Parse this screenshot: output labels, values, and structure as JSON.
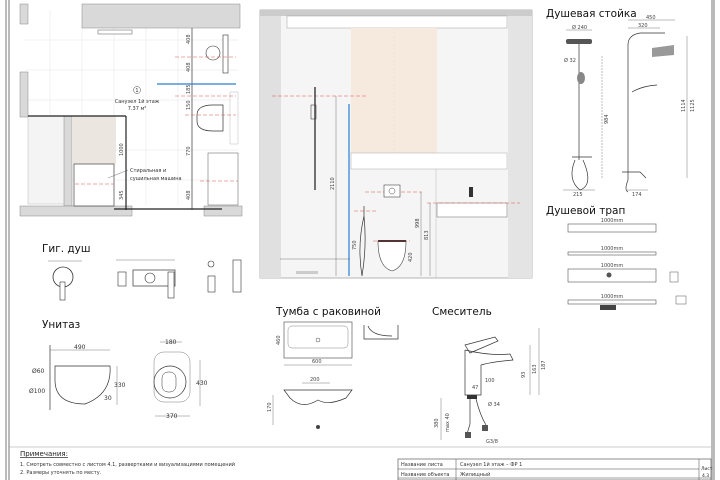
{
  "plan": {
    "room_number": "1",
    "room_name": "Санузел 1й этаж",
    "room_area": "7.37 м²",
    "appliance_label_1": "Стиральная и",
    "appliance_label_2": "сушильная машина",
    "dims": [
      "408",
      "408",
      "185",
      "150",
      "770",
      "408",
      "1000",
      "345"
    ]
  },
  "elevation": {
    "dims": [
      "2110",
      "750",
      "998",
      "813",
      "420"
    ]
  },
  "shower_rack": {
    "title": "Душевая стойка",
    "dims": [
      "Ø 240",
      "Ø 32",
      "450",
      "320",
      "1114",
      "1125",
      "984",
      "215",
      "174"
    ]
  },
  "shower_drain": {
    "title": "Душевой трап",
    "dims": [
      "1000mm",
      "1000mm",
      "1000mm",
      "1000mm"
    ]
  },
  "hygienic_shower": {
    "title": "Гиг. душ"
  },
  "toilet": {
    "title": "Унитаз",
    "dims": [
      "490",
      "Ø60",
      "330",
      "Ø100",
      "30",
      "180",
      "430",
      "370"
    ]
  },
  "vanity": {
    "title": "Тумба с раковиной",
    "dims": [
      "600",
      "460",
      "200",
      "170"
    ]
  },
  "mixer": {
    "title": "Смеситель",
    "dims": [
      "187",
      "163",
      "100",
      "47",
      "Ø 34",
      "93",
      "380",
      "max 40",
      "G3/8"
    ]
  },
  "notes": {
    "heading": "Примечания:",
    "items": [
      "1.  Смотреть совместно с листом 4.1, развертками и визуализациями помещений",
      "2.  Размеры уточнять по месту."
    ]
  },
  "title_block": {
    "sheet_name_label": "Название листа",
    "sheet_name": "Санузел 1й этаж – ФР 1",
    "object_name_label": "Название объекта",
    "object_name": "Жилищный",
    "sheet_label": "Лист",
    "sheet_number": "4.3"
  }
}
